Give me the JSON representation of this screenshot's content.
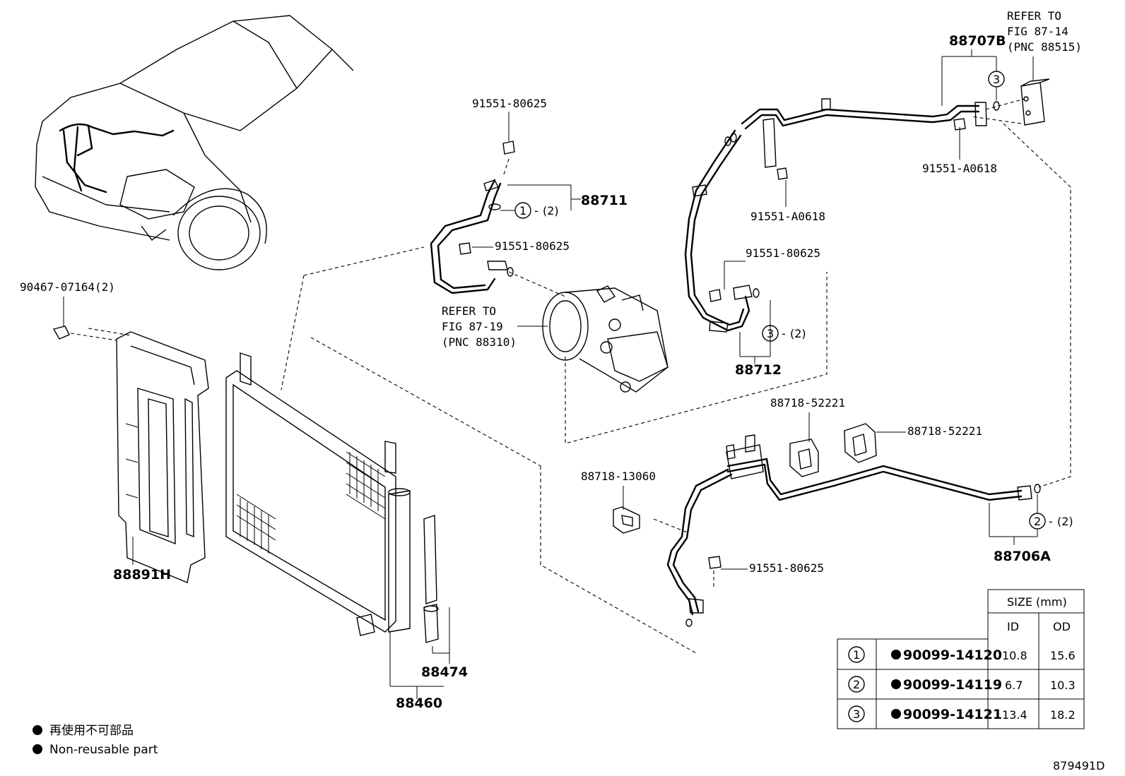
{
  "callouts": {
    "refer_fig_87_14": [
      "REFER TO",
      "FIG 87-14",
      "(PNC 88515)"
    ],
    "refer_fig_87_19": [
      "REFER TO",
      "FIG 87-19",
      "(PNC 88310)"
    ],
    "p88707B": "88707B",
    "p88711": "88711",
    "p88712": "88712",
    "p88706A": "88706A",
    "p88891H": "88891H",
    "p88474": "88474",
    "p88460": "88460",
    "bolt_80625_a": "91551-80625",
    "bolt_80625_b": "91551-80625",
    "bolt_80625_c": "91551-80625",
    "bolt_80625_d": "91551-80625",
    "bolt_a0618_a": "91551-A0618",
    "bolt_a0618_b": "91551-A0618",
    "clamp_52221_a": "88718-52221",
    "clamp_52221_b": "88718-52221",
    "clamp_13060": "88718-13060",
    "clip_07164": "90467-07164(2)",
    "ring1_qty": "(2)",
    "ring2_qty": "(2)",
    "ring3_qty": "(2)",
    "ring1": "1",
    "ring2": "2",
    "ring3a": "3",
    "ring3b": "3"
  },
  "size_table": {
    "header_size": "SIZE (mm)",
    "header_id": "ID",
    "header_od": "OD",
    "rows": [
      {
        "ref": "1",
        "part": "90099-14120",
        "id": "10.8",
        "od": "15.6"
      },
      {
        "ref": "2",
        "part": "90099-14119",
        "id": "6.7",
        "od": "10.3"
      },
      {
        "ref": "3",
        "part": "90099-14121",
        "id": "13.4",
        "od": "18.2"
      }
    ]
  },
  "legend": {
    "japanese": "再使用不可部品",
    "english": "Non-reusable part"
  },
  "figure_id": "879491D"
}
